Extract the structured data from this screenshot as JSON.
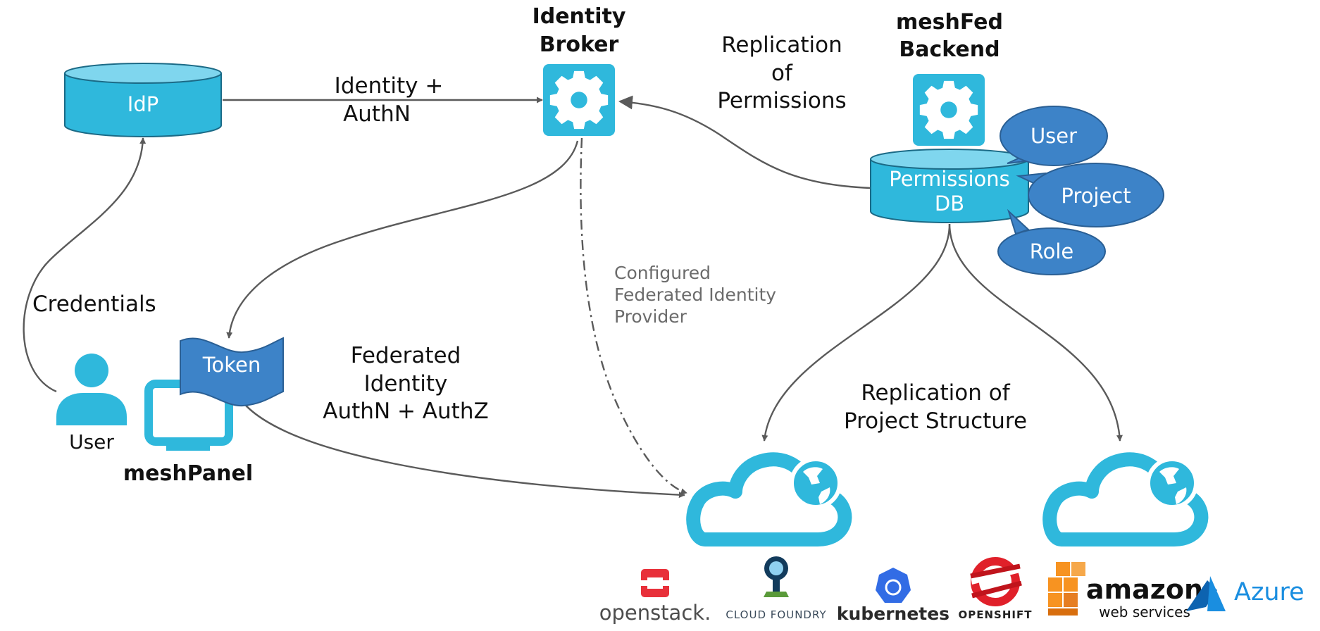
{
  "nodes": {
    "idp": "IdP",
    "identity_broker": [
      "Identity",
      "Broker"
    ],
    "meshfed_backend": [
      "meshFed",
      "Backend"
    ],
    "permissions_db": [
      "Permissions",
      "DB"
    ],
    "bubbles": {
      "user": "User",
      "project": "Project",
      "role": "Role"
    },
    "token": "Token",
    "user": "User",
    "meshpanel": "meshPanel"
  },
  "edges": {
    "identity_authn": [
      "Identity +",
      "AuthN"
    ],
    "replication_permissions": [
      "Replication",
      "of",
      "Permissions"
    ],
    "credentials": "Credentials",
    "configured_idp": [
      "Configured",
      "Federated Identity",
      "Provider"
    ],
    "federated": [
      "Federated",
      "Identity",
      "AuthN + AuthZ"
    ],
    "replication_structure": [
      "Replication of",
      "Project Structure"
    ]
  },
  "logos": {
    "openstack": "openstack.",
    "cloudfoundry": "CLOUD FOUNDRY",
    "kubernetes": "kubernetes",
    "openshift": "OPENSHIFT",
    "amazon_word": "amazon",
    "amazon_sub": "web services",
    "azure": "Azure"
  },
  "colors": {
    "cyan": "#2fb8dc",
    "bubble_blue": "#3d83c8",
    "edge_grey": "#5a5a5a"
  }
}
